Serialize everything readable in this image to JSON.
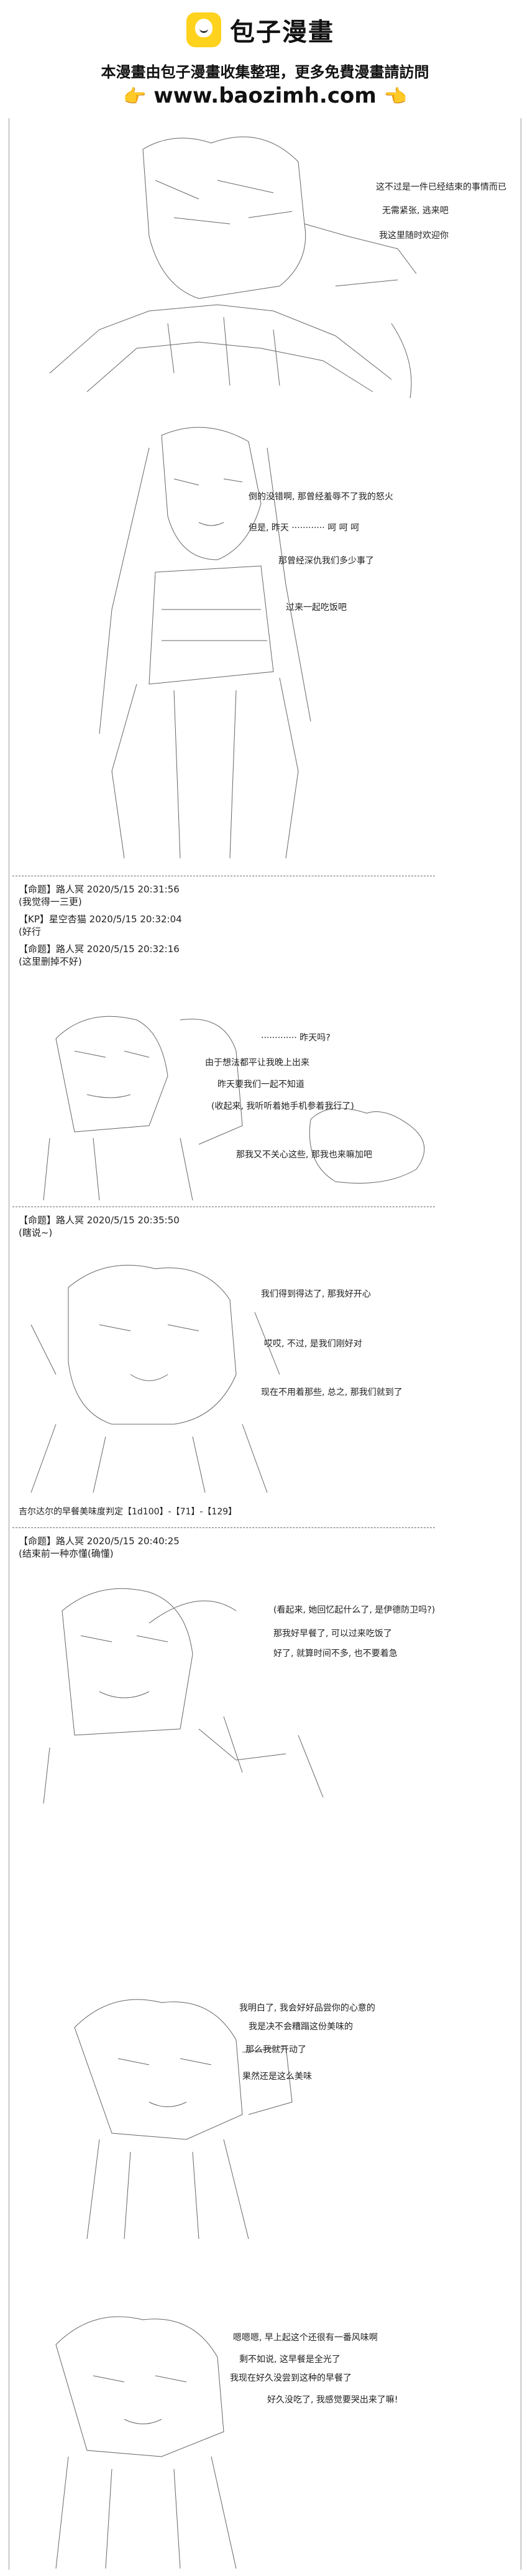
{
  "banner": {
    "logo_text": "包子漫畫",
    "subtitle": "本漫畫由包子漫畫收集整理，更多免費漫畫請訪問",
    "url": "www.baozimh.com",
    "hand_left": "👉",
    "hand_right": "👈"
  },
  "scene1": {
    "lines": [
      "这不过是一件已经结束的事情而已",
      "无需紧张, 逃来吧",
      "我这里随时欢迎你"
    ]
  },
  "scene2": {
    "lines": [
      "倒的没错啊, 那曾经羞辱不了我的怒火",
      "但是, 昨天 ············ 呵 呵 呵",
      "那曾经深仇我们多少事了",
      "过来一起吃饭吧"
    ]
  },
  "posts1": [
    {
      "header": "【命题】路人冥 2020/5/15 20:31:56",
      "body": "(我觉得一三更)"
    },
    {
      "header": "【KP】星空杏猫 2020/5/15 20:32:04",
      "body": "(好行"
    },
    {
      "header": "【命题】路人冥 2020/5/15 20:32:16",
      "body": "(这里删掉不好)"
    }
  ],
  "scene3": {
    "lines": [
      "············· 昨天吗?",
      "由于想法都平让我晚上出来",
      "昨天要我们一起不知道",
      "(收起来, 我听听着她手机参着我行了)",
      "那我又不关心这些, 那我也来嘛加吧"
    ]
  },
  "post2": {
    "header": "【命题】路人冥 2020/5/15 20:35:50",
    "body": "(瞎说~)"
  },
  "scene4": {
    "lines": [
      "我们得到得达了, 那我好开心",
      "哎哎, 不过, 是我们刚好对",
      "现在不用着那些, 总之, 那我们就到了"
    ]
  },
  "result_line": "吉尔达尔的早餐美味度判定【1d100】-【71】-【129】",
  "post3": {
    "header": "【命题】路人冥 2020/5/15 20:40:25",
    "body": "(结束前一种亦懂(确懂)"
  },
  "scene5": {
    "lines": [
      "(看起来, 她回忆起什么了, 是伊德防卫吗?)",
      "那我好早餐了, 可以过来吃饭了",
      "好了, 就算时间不多, 也不要着急"
    ]
  },
  "scene6": {
    "lines": [
      "我明白了, 我会好好品尝你的心意的",
      "我是决不会糟蹋这份美味的",
      "那么我就开动了",
      "果然还是这么美味"
    ]
  },
  "scene7": {
    "lines": [
      "嗯嗯嗯, 早上起这个还很有一番风味啊",
      "剩不如说, 这早餐是全光了",
      "我现在好久没尝到这种的早餐了",
      "好久没吃了, 我感觉要哭出来了嘛!"
    ]
  }
}
